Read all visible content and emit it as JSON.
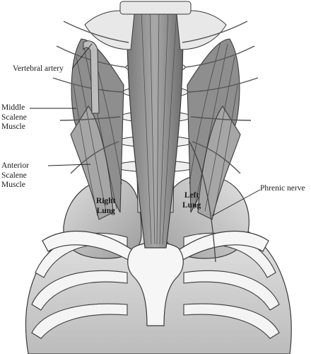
{
  "figure": {
    "labels": {
      "vertebral_artery": "Vertebral artery",
      "middle_scalene": [
        "Middle",
        "Scalene",
        "Muscle"
      ],
      "anterior_scalene": [
        "Anterior",
        "Scalene",
        "Muscle"
      ],
      "right_lung": [
        "Right",
        "Lung"
      ],
      "left_lung": [
        "Left",
        "Lung"
      ],
      "phrenic_nerve": "Phrenic nerve"
    },
    "colors": {
      "outline": "#3a3a3a",
      "muscle_fill": "#9a9a9a",
      "muscle_dark": "#5c5c5c",
      "lung_fill": "#cfcfcf",
      "bone_fill": "#f2f2f2"
    }
  }
}
